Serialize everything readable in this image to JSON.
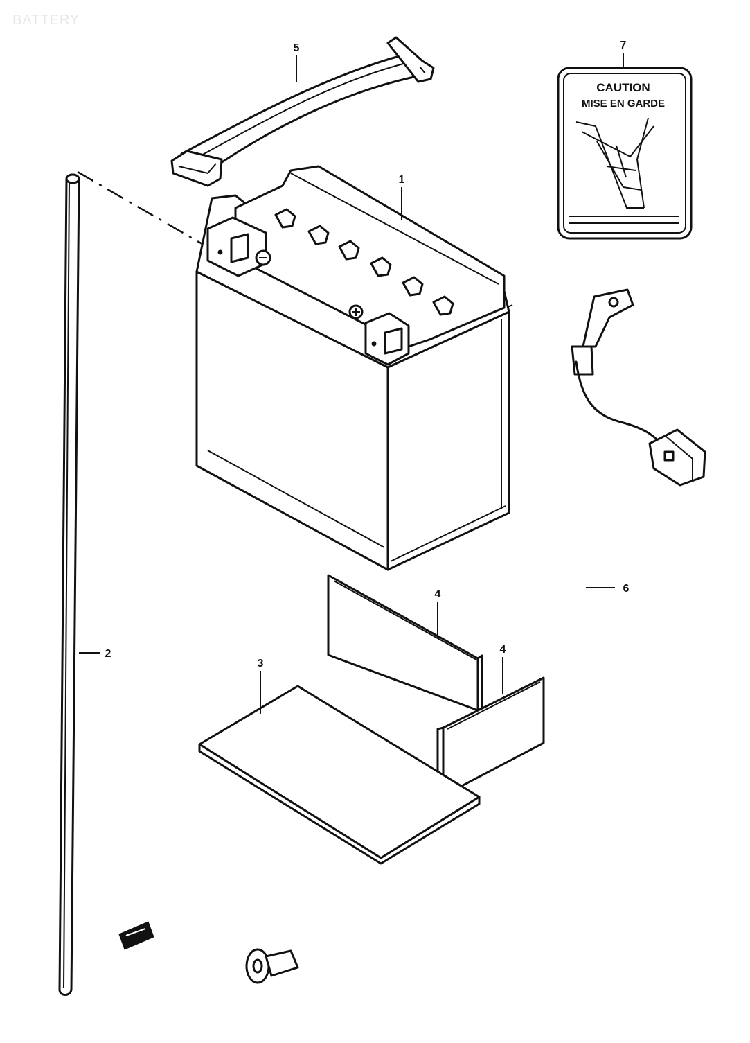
{
  "title": "BATTERY",
  "callouts": [
    {
      "id": "1",
      "label": "1"
    },
    {
      "id": "2",
      "label": "2"
    },
    {
      "id": "3",
      "label": "3"
    },
    {
      "id": "4a",
      "label": "4"
    },
    {
      "id": "4b",
      "label": "4"
    },
    {
      "id": "5",
      "label": "5"
    },
    {
      "id": "6",
      "label": "6"
    },
    {
      "id": "7",
      "label": "7"
    }
  ],
  "caution_label": {
    "line1": "CAUTION",
    "line2": "MISE EN GARDE"
  },
  "colors": {
    "ink": "#111111",
    "paper": "#ffffff",
    "watermark": "#e6e6e6"
  }
}
